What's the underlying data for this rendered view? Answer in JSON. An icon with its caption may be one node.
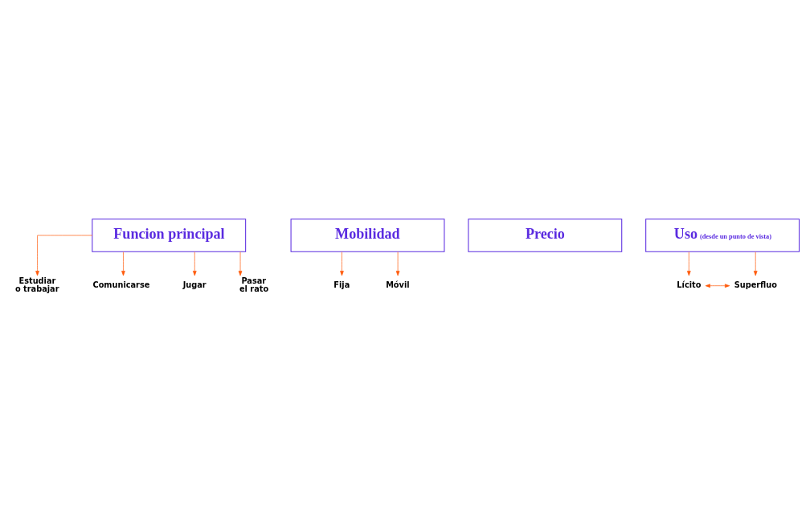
{
  "diagram": {
    "nodes": [
      {
        "text": [
          "Funcion principal"
        ]
      },
      {
        "text": [
          "Estudiar o trabajar"
        ]
      },
      {
        "text": [
          "Comunicarse"
        ]
      },
      {
        "text": [
          "Jugar"
        ]
      },
      {
        "text": [
          "Pasar el rato"
        ]
      },
      {
        "text": [
          "Mobilidad"
        ]
      },
      {
        "text": [
          "Fija"
        ]
      },
      {
        "text": [
          "Móvil"
        ]
      },
      {
        "text": [
          "Precio"
        ]
      },
      {
        "text": [
          "Uso",
          "(desde un punto de vista)"
        ]
      },
      {
        "text": [
          "Lícito"
        ]
      },
      {
        "text": [
          "Superfluo"
        ]
      }
    ],
    "edges": [
      {
        "from": 0,
        "to": 1,
        "arrow": "to"
      },
      {
        "from": 0,
        "to": 2,
        "arrow": "to"
      },
      {
        "from": 0,
        "to": 3,
        "arrow": "to"
      },
      {
        "from": 0,
        "to": 4,
        "arrow": "to"
      },
      {
        "from": 5,
        "to": 6,
        "arrow": "to"
      },
      {
        "from": 5,
        "to": 7,
        "arrow": "to"
      },
      {
        "from": 9,
        "to": 10,
        "arrow": "to"
      },
      {
        "from": 9,
        "to": 11,
        "arrow": "to"
      },
      {
        "from": 10,
        "to": 11,
        "arrow": "both"
      }
    ]
  }
}
